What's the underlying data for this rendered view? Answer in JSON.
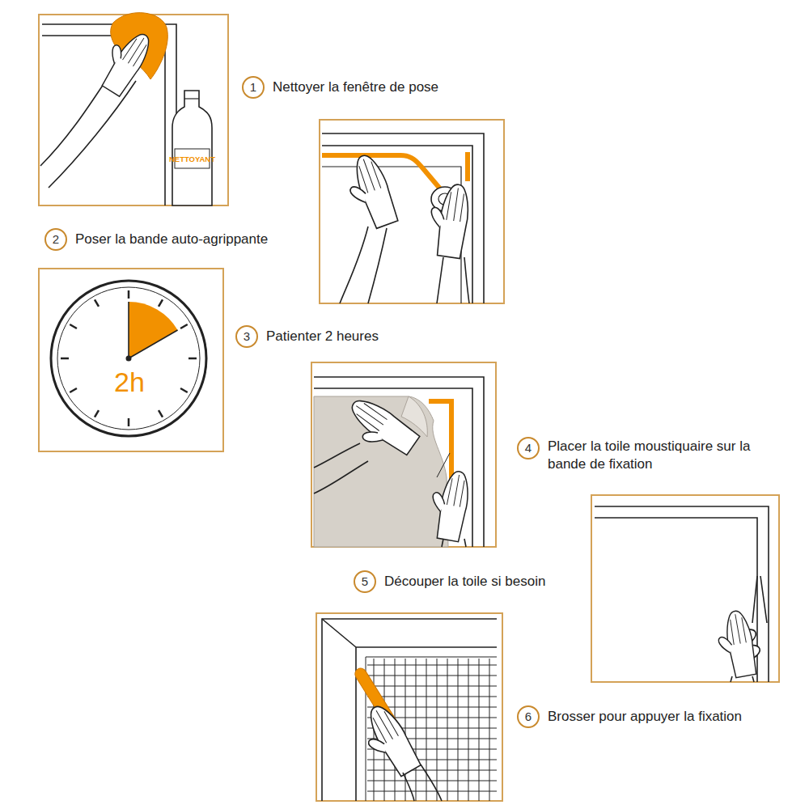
{
  "diagram": {
    "nodes": [
      {
        "text": [
          "1",
          "Nettoyer la fenêtre de pose"
        ]
      },
      {
        "text": [
          "2",
          "Poser la bande auto-agrippante"
        ]
      },
      {
        "text": [
          "3",
          "Patienter 2 heures"
        ]
      },
      {
        "text": [
          "4",
          "Placer la toile moustiquaire sur la bande de fixation"
        ]
      },
      {
        "text": [
          "5",
          "Découper la toile si besoin"
        ]
      },
      {
        "text": [
          "6",
          "Brosser pour appuyer la fixation"
        ]
      }
    ],
    "labels": [
      "NETTOYANT",
      "2h"
    ]
  }
}
